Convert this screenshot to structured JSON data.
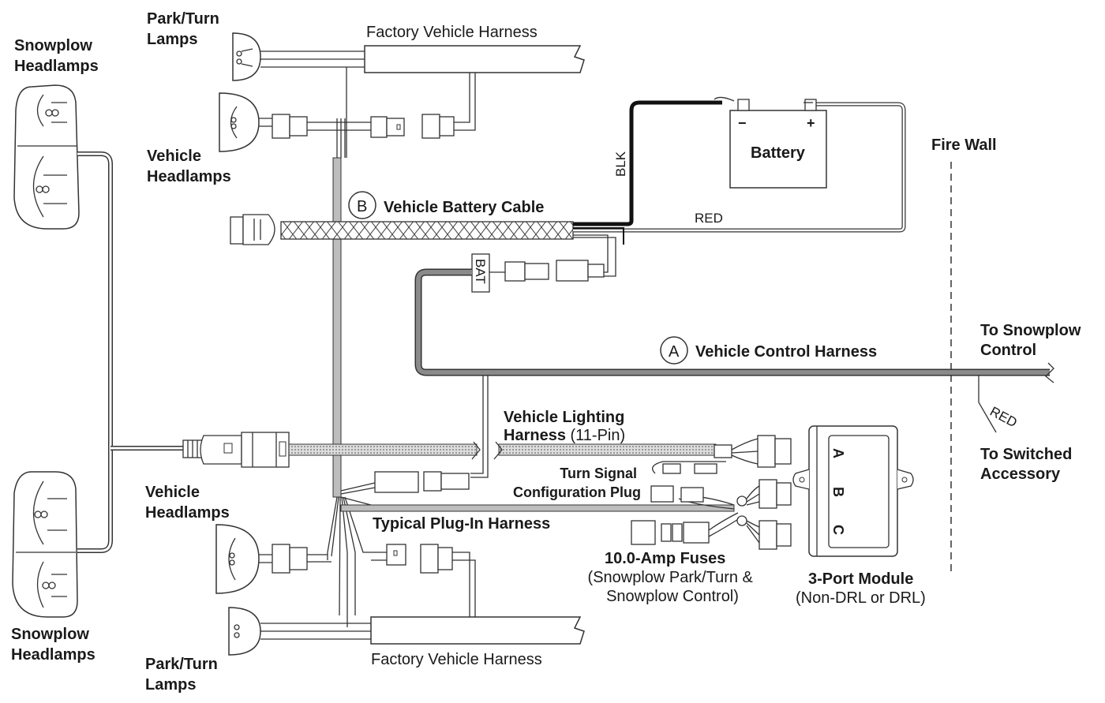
{
  "labels": {
    "snowplow_headlamps_top": [
      "Snowplow",
      "Headlamps"
    ],
    "snowplow_headlamps_bottom": [
      "Snowplow",
      "Headlamps"
    ],
    "park_turn_top": [
      "Park/Turn",
      "Lamps"
    ],
    "park_turn_bottom": [
      "Park/Turn",
      "Lamps"
    ],
    "vehicle_headlamps_top": [
      "Vehicle",
      "Headlamps"
    ],
    "vehicle_headlamps_bottom": [
      "Vehicle",
      "Headlamps"
    ],
    "factory_harness_top": "Factory Vehicle Harness",
    "factory_harness_bottom": "Factory Vehicle Harness",
    "battery": "Battery",
    "battery_neg": "−",
    "battery_pos": "+",
    "blk": "BLK",
    "red_battery": "RED",
    "fire_wall": "Fire Wall",
    "callout_b_letter": "B",
    "callout_b_text": "Vehicle Battery Cable",
    "callout_a_letter": "A",
    "callout_a_text": "Vehicle Control Harness",
    "bat_tag": "BAT",
    "to_snowplow_control": [
      "To Snowplow",
      "Control"
    ],
    "red_accessory": "RED",
    "to_switched_accessory": [
      "To Switched",
      "Accessory"
    ],
    "vehicle_lighting_1": "Vehicle Lighting",
    "vehicle_lighting_2_bold": "Harness",
    "vehicle_lighting_2_reg": " (11-Pin)",
    "turn_signal": [
      "Turn Signal",
      "Configuration Plug"
    ],
    "typical_plugin": "Typical Plug-In Harness",
    "fuses_title": "10.0-Amp Fuses",
    "fuses_sub": [
      "(Snowplow Park/Turn &",
      "Snowplow Control)"
    ],
    "module_title": "3-Port Module",
    "module_sub": "(Non-DRL or DRL)",
    "port_a": "A",
    "port_b": "B",
    "port_c": "C"
  },
  "colors": {
    "cable_gray": "#6e6e6e",
    "cable_light": "#bdbdbd",
    "black_wire": "#111111"
  }
}
